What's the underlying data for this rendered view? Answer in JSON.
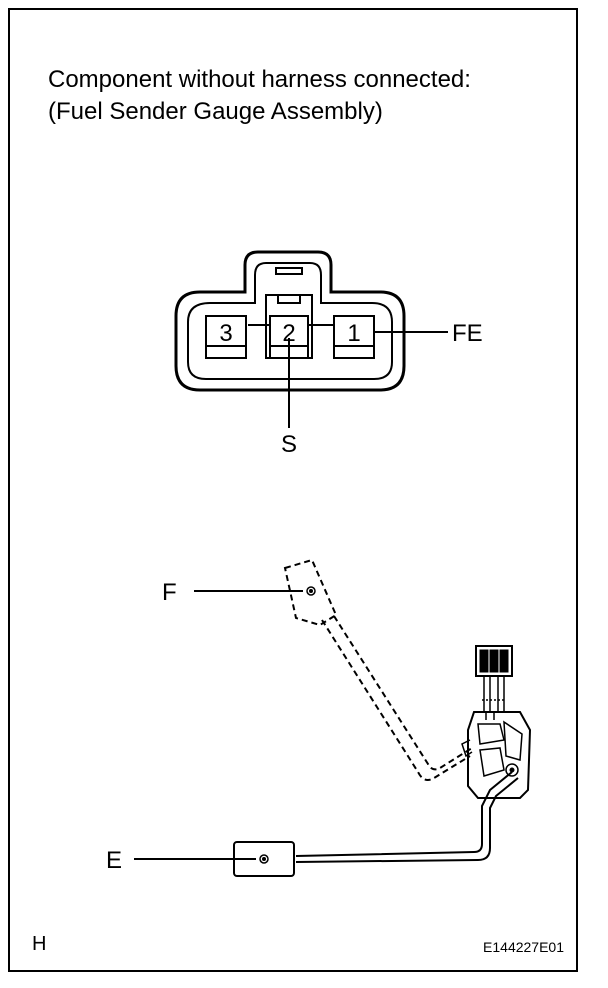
{
  "title": {
    "line1": "Component without harness connected:",
    "line2": "(Fuel Sender Gauge Assembly)"
  },
  "connector": {
    "pins": [
      "3",
      "2",
      "1"
    ],
    "labels": {
      "fe": "FE",
      "s": "S"
    }
  },
  "gauge": {
    "labels": {
      "f": "F",
      "e": "E"
    }
  },
  "footer": {
    "corner": "H",
    "code": "E144227E01"
  }
}
